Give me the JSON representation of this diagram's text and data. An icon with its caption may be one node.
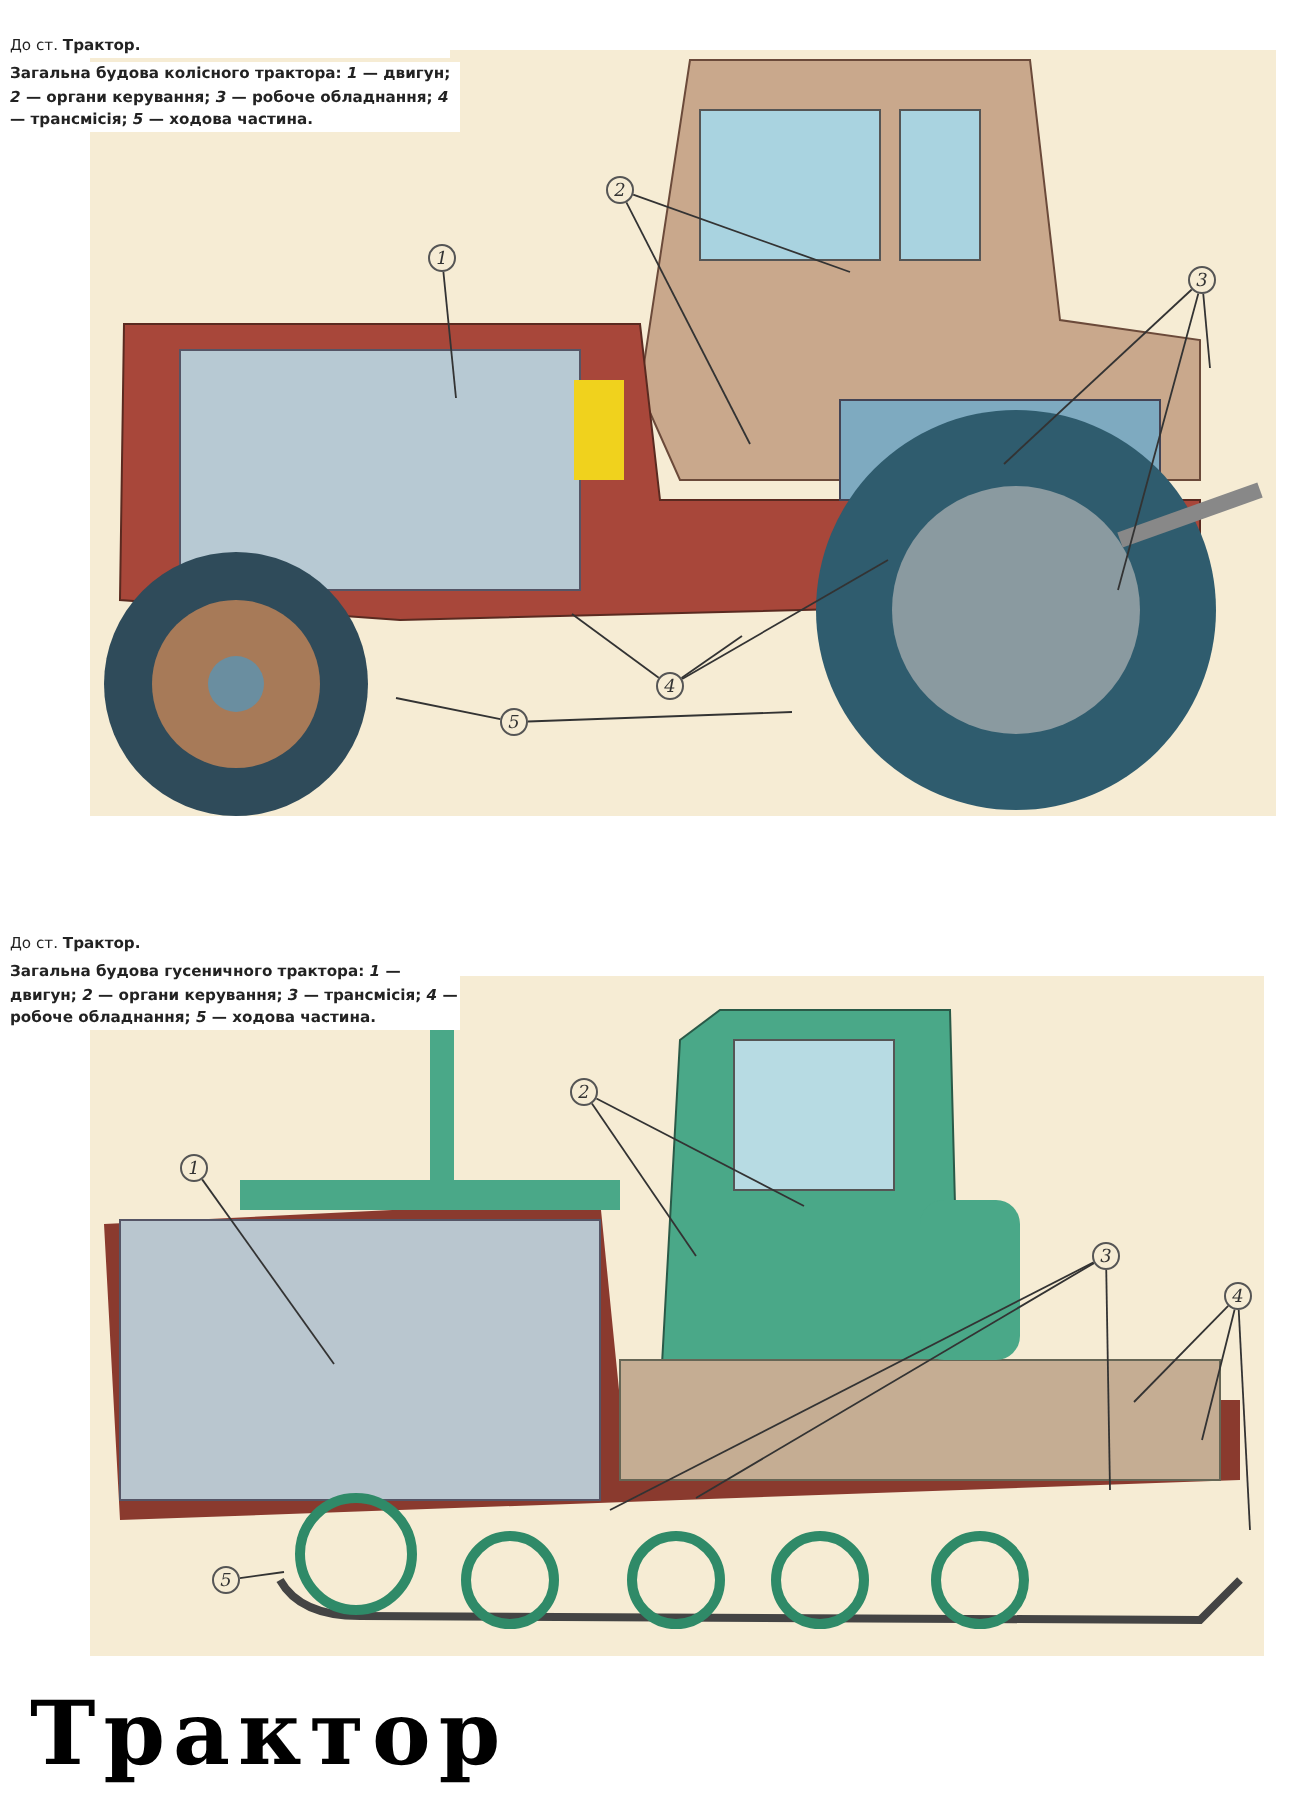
{
  "diagram": {
    "title": "Трактор",
    "nodes": [
      {
        "text": [
          "1"
        ]
      },
      {
        "text": [
          "2"
        ]
      },
      {
        "text": [
          "3"
        ]
      },
      {
        "text": [
          "4"
        ]
      },
      {
        "text": [
          "5"
        ]
      },
      {
        "text": [
          "1"
        ]
      },
      {
        "text": [
          "2"
        ]
      },
      {
        "text": [
          "3"
        ]
      },
      {
        "text": [
          "4"
        ]
      },
      {
        "text": [
          "5"
        ]
      }
    ],
    "edges": [
      {
        "from": 0,
        "to": null,
        "arrow": "none"
      },
      {
        "from": 1,
        "to": null,
        "arrow": "none"
      },
      {
        "from": 1,
        "to": null,
        "arrow": "none"
      },
      {
        "from": 2,
        "to": null,
        "arrow": "none"
      },
      {
        "from": 2,
        "to": null,
        "arrow": "none"
      },
      {
        "from": 2,
        "to": null,
        "arrow": "none"
      },
      {
        "from": 3,
        "to": null,
        "arrow": "none"
      },
      {
        "from": 3,
        "to": null,
        "arrow": "none"
      },
      {
        "from": 3,
        "to": null,
        "arrow": "none"
      },
      {
        "from": 4,
        "to": null,
        "arrow": "none"
      },
      {
        "from": 4,
        "to": null,
        "arrow": "none"
      },
      {
        "from": 5,
        "to": null,
        "arrow": "none"
      },
      {
        "from": 6,
        "to": null,
        "arrow": "none"
      },
      {
        "from": 6,
        "to": null,
        "arrow": "none"
      },
      {
        "from": 7,
        "to": null,
        "arrow": "none"
      },
      {
        "from": 7,
        "to": null,
        "arrow": "none"
      },
      {
        "from": 7,
        "to": null,
        "arrow": "none"
      },
      {
        "from": 8,
        "to": null,
        "arrow": "none"
      },
      {
        "from": 8,
        "to": null,
        "arrow": "none"
      },
      {
        "from": 8,
        "to": null,
        "arrow": "none"
      },
      {
        "from": 9,
        "to": null,
        "arrow": "none"
      }
    ],
    "labels": [
      "До ст. **Трактор.**",
      "Загальна будова колісного трактора: *1* — двигун; *2* — органи керування; *3* — робоче обладнання; *4* — трансмісія; *5* — ходова частина.",
      "До ст. **Трактор.**",
      "Загальна будова гусеничного трактора: *1* — двигун; *2* — органи керування; *3* — трансмісія; *4* — робоче обладнання; *5* — ходова частина."
    ]
  }
}
